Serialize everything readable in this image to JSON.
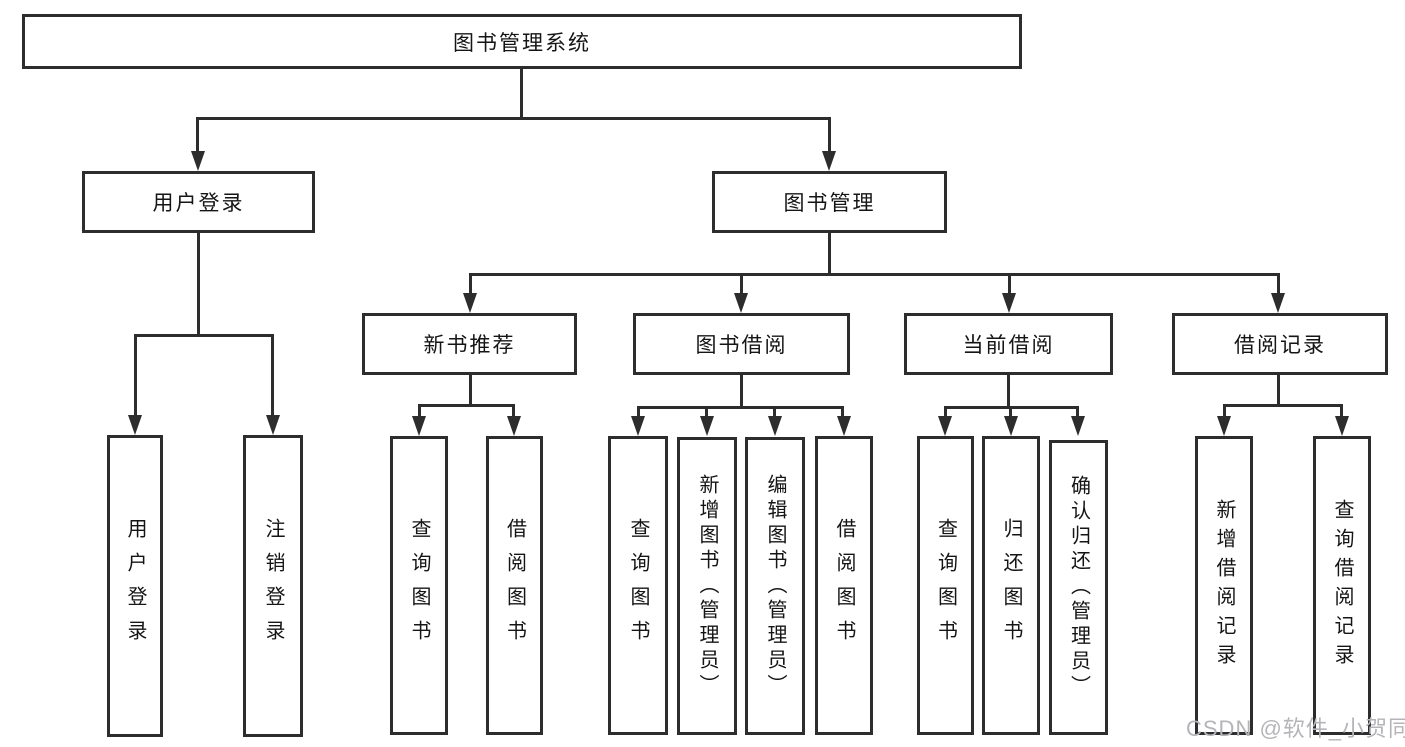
{
  "diagram_title": "图书管理系统",
  "tree": {
    "root": "图书管理系统",
    "branches": [
      {
        "label": "用户登录",
        "children": [
          "用户登录",
          "注销登录"
        ]
      },
      {
        "label": "图书管理",
        "sections": [
          {
            "label": "新书推荐",
            "children": [
              "查询图书",
              "借阅图书"
            ]
          },
          {
            "label": "图书借阅",
            "children": [
              "查询图书",
              "新增图书（管理员）",
              "编辑图书（管理员）",
              "借阅图书"
            ]
          },
          {
            "label": "当前借阅",
            "children": [
              "查询图书",
              "归还图书",
              "确认归还（管理员）"
            ]
          },
          {
            "label": "借阅记录",
            "children": [
              "新增借阅记录",
              "查询借阅记录"
            ]
          }
        ]
      }
    ]
  },
  "watermark": "CSDN @软件_小贺同学",
  "colors": {
    "line": "#2d2d2d",
    "text": "#151515",
    "background": "#ffffff",
    "watermark": "#b5b5b9"
  }
}
